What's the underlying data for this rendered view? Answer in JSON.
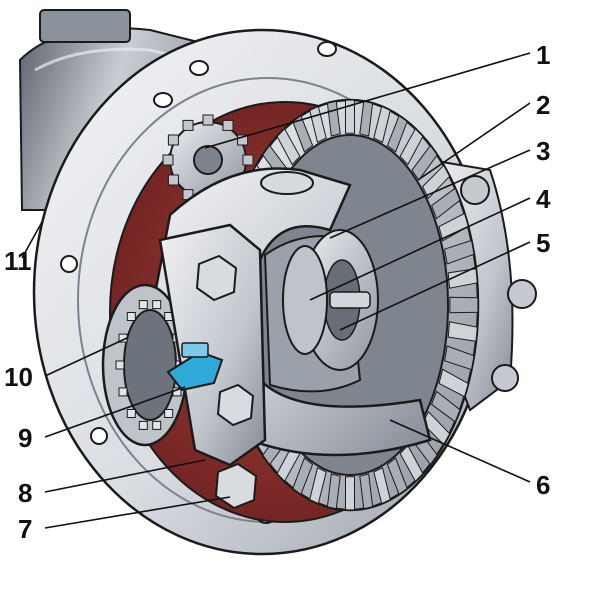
{
  "diagram": {
    "subject": "differential-assembly",
    "colors": {
      "metal_light": "#e6e8ec",
      "metal_mid": "#b8bdc5",
      "metal_dark": "#7c838e",
      "housing_interior": "#8a2f2c",
      "accent_lock": "#2fa9d8",
      "outline": "#1b1b1b"
    },
    "callouts": [
      {
        "id": "1",
        "label": "1"
      },
      {
        "id": "2",
        "label": "2"
      },
      {
        "id": "3",
        "label": "3"
      },
      {
        "id": "4",
        "label": "4"
      },
      {
        "id": "5",
        "label": "5"
      },
      {
        "id": "6",
        "label": "6"
      },
      {
        "id": "7",
        "label": "7"
      },
      {
        "id": "8",
        "label": "8"
      },
      {
        "id": "9",
        "label": "9"
      },
      {
        "id": "10",
        "label": "10"
      },
      {
        "id": "11",
        "label": "11"
      }
    ]
  }
}
